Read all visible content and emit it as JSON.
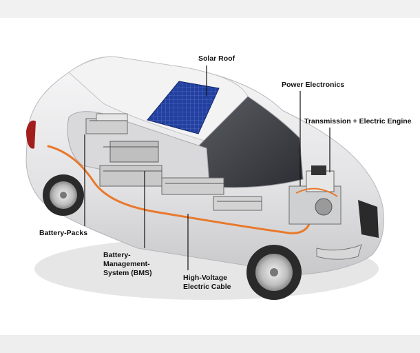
{
  "labels": {
    "solar_roof": "Solar Roof",
    "power_electronics": "Power Electronics",
    "transmission": "Transmission + Electric Engine",
    "battery_packs": "Battery-Packs",
    "bms": "Battery-\nManagement-\nSystem (BMS)",
    "hv_cable": "High-Voltage\nElectric Cable"
  },
  "colors": {
    "body": "#e9e9ea",
    "solar_panel": "#1f3c9c",
    "cable": "#e8792b",
    "tire": "#2a2a2a"
  }
}
